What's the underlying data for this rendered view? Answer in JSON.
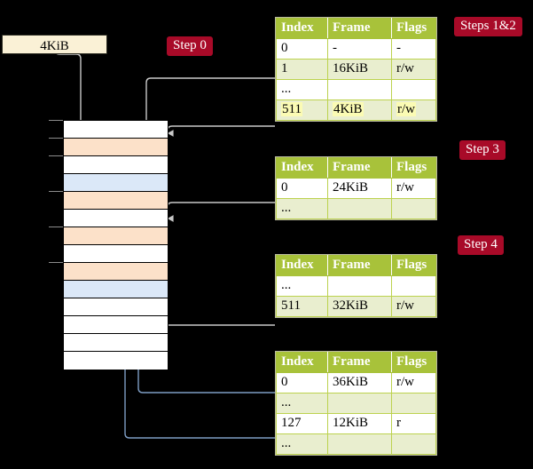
{
  "title": "Multi-level page table walk diagram",
  "virtual_address_box": {
    "label": "4KiB"
  },
  "badges": [
    {
      "name": "step-0",
      "label": "Step 0"
    },
    {
      "name": "steps-1-2",
      "label": "Steps 1&2"
    },
    {
      "name": "step-3",
      "label": "Step 3"
    },
    {
      "name": "step-4",
      "label": "Step 4"
    }
  ],
  "tables": [
    {
      "name": "page-table-level-1",
      "columns": [
        "Index",
        "Frame",
        "Flags"
      ],
      "rows": [
        {
          "index": "0",
          "frame": "-",
          "flags": "-",
          "shade": "odd",
          "highlight": false
        },
        {
          "index": "1",
          "frame": "16KiB",
          "flags": "r/w",
          "shade": "even",
          "highlight": false
        },
        {
          "index": "...",
          "frame": "",
          "flags": "",
          "shade": "odd",
          "highlight": false
        },
        {
          "index": "511",
          "frame": "4KiB",
          "flags": "r/w",
          "shade": "even",
          "highlight": true
        }
      ]
    },
    {
      "name": "page-table-level-2",
      "columns": [
        "Index",
        "Frame",
        "Flags"
      ],
      "rows": [
        {
          "index": "0",
          "frame": "24KiB",
          "flags": "r/w",
          "shade": "odd",
          "highlight": false
        },
        {
          "index": "...",
          "frame": "",
          "flags": "",
          "shade": "even",
          "highlight": false
        }
      ]
    },
    {
      "name": "page-table-level-3",
      "columns": [
        "Index",
        "Frame",
        "Flags"
      ],
      "rows": [
        {
          "index": "...",
          "frame": "",
          "flags": "",
          "shade": "odd",
          "highlight": false
        },
        {
          "index": "511",
          "frame": "32KiB",
          "flags": "r/w",
          "shade": "even",
          "highlight": false
        }
      ]
    },
    {
      "name": "page-table-level-4",
      "columns": [
        "Index",
        "Frame",
        "Flags"
      ],
      "rows": [
        {
          "index": "0",
          "frame": "36KiB",
          "flags": "r/w",
          "shade": "odd",
          "highlight": false
        },
        {
          "index": "...",
          "frame": "",
          "flags": "",
          "shade": "even",
          "highlight": false
        },
        {
          "index": "127",
          "frame": "12KiB",
          "flags": "r",
          "shade": "odd",
          "highlight": false
        },
        {
          "index": "...",
          "frame": "",
          "flags": "",
          "shade": "even",
          "highlight": false
        }
      ]
    }
  ],
  "memory_grid": {
    "name": "physical-memory-frames",
    "row_count": 14,
    "rows": [
      {
        "shade": "white"
      },
      {
        "shade": "orange"
      },
      {
        "shade": "white"
      },
      {
        "shade": "blue"
      },
      {
        "shade": "orange"
      },
      {
        "shade": "white"
      },
      {
        "shade": "orange"
      },
      {
        "shade": "white"
      },
      {
        "shade": "orange"
      },
      {
        "shade": "blue"
      },
      {
        "shade": "white"
      },
      {
        "shade": "white"
      },
      {
        "shade": "white"
      },
      {
        "shade": "white"
      }
    ],
    "tick_rows": [
      0,
      1,
      2,
      4,
      6,
      8
    ]
  },
  "colors": {
    "background": "#000000",
    "table_header": "#a8c23a",
    "table_row_alt": "#e9eecf",
    "highlight": "#fbfbb4",
    "badge": "#a80a28",
    "va_box": "#faf1d6",
    "frame_orange": "#fce1c9",
    "frame_blue": "#dbe8f8",
    "wire_grey": "#c9c9c9",
    "wire_blue": "#7e9dc4"
  }
}
